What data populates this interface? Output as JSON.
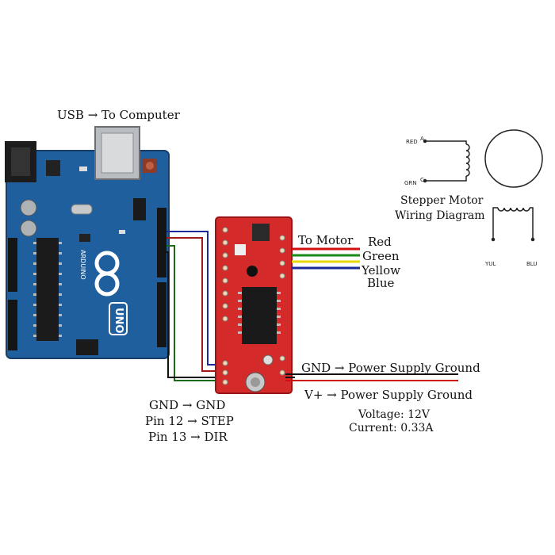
{
  "usb_label": "USB → To Computer",
  "arduino": {
    "brand": "ARDUINO",
    "model": "UNO"
  },
  "driver_to_motor": "To Motor",
  "motor_wires": [
    "Red",
    "Green",
    "Yellow",
    "Blue"
  ],
  "wire_colors": {
    "red": "#d01010",
    "green": "#1a8a1a",
    "yellow": "#e8d800",
    "blue": "#1a2a9a",
    "black": "#111111"
  },
  "power": {
    "gnd": "GND → Power Supply Ground",
    "vplus": "V+ → Power Supply Ground",
    "voltage": "Voltage: 12V",
    "current": "Current: 0.33A"
  },
  "arduino_connections": [
    "GND → GND",
    "Pin 12 → STEP",
    "Pin 13 → DIR"
  ],
  "motor_diagram": {
    "title_line1": "Stepper Motor",
    "title_line2": "Wiring Diagram",
    "coil_a_top": "RED",
    "coil_a_top_pin": "A",
    "coil_a_bottom": "GRN",
    "coil_a_bottom_pin": "C",
    "coil_b_left": "YUL",
    "coil_b_right": "BLU"
  },
  "board_colors": {
    "arduino": "#1f5f9e",
    "driver": "#d42a2a"
  }
}
